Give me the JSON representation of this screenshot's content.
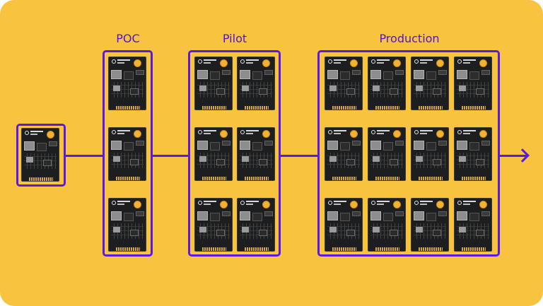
{
  "colors": {
    "background": "#F8C33E",
    "accent": "#5A19E6",
    "label": "#4E14D9",
    "module_board": "#1d1e1f",
    "module_led": "#F4B234"
  },
  "stages": [
    {
      "id": "single",
      "label": "",
      "columns": 1,
      "rows": 1
    },
    {
      "id": "poc",
      "label": "POC",
      "columns": 1,
      "rows": 3
    },
    {
      "id": "pilot",
      "label": "Pilot",
      "columns": 2,
      "rows": 3
    },
    {
      "id": "production",
      "label": "Production",
      "columns": 4,
      "rows": 3
    }
  ],
  "module_icon": "notecard-module-icon",
  "flow_direction": "left-to-right"
}
